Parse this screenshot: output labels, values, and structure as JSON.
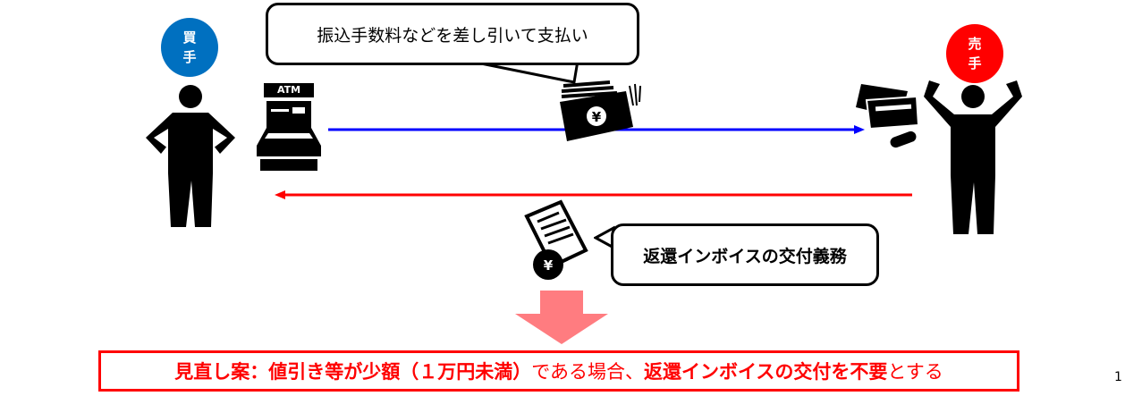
{
  "buyer": {
    "label_line1": "買",
    "label_line2": "手",
    "color": "#0070c0"
  },
  "seller": {
    "label_line1": "売",
    "label_line2": "手",
    "color": "#ff0000"
  },
  "atm": {
    "label": "ATM"
  },
  "money_icon": {
    "symbol": "¥"
  },
  "invoice_icon": {
    "symbol": "¥"
  },
  "top_bubble": {
    "text": "振込手数料などを差し引いて支払い"
  },
  "bottom_bubble": {
    "text": "返還インボイスの交付義務"
  },
  "arrows": {
    "payment_color": "#0000ff",
    "return_color": "#ff0000",
    "down_arrow_color": "#ff7c80"
  },
  "proposal": {
    "part1": "見直し案：値引き等が少額（１万円未満）",
    "part2": "である場合、",
    "part3": "返還インボイスの交付を不要",
    "part4": "とする"
  },
  "page_number": "1"
}
